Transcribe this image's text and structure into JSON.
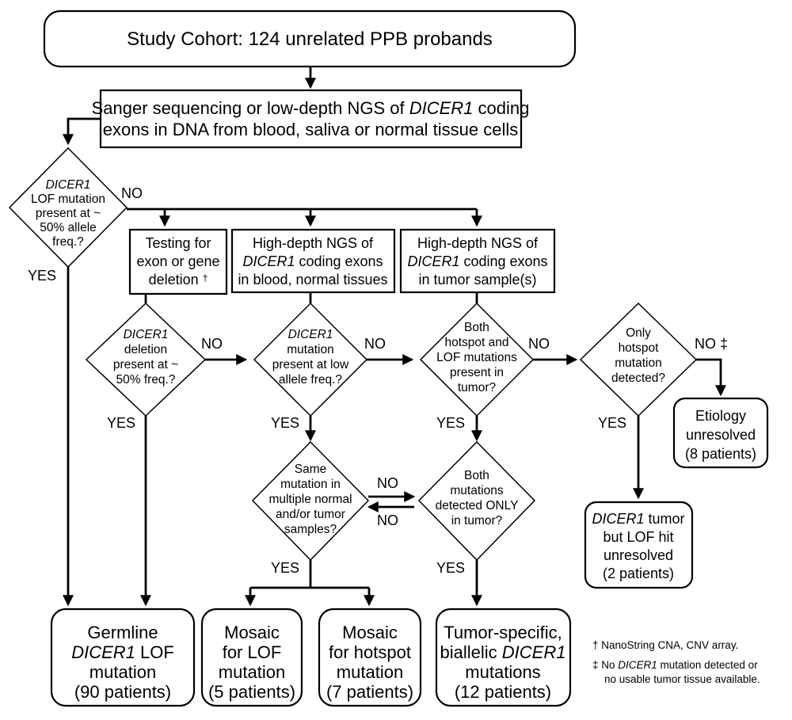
{
  "cohort": {
    "text": "Study Cohort: 124 unrelated PPB probands"
  },
  "screen": {
    "line1_pre": "Sanger sequencing or low-depth NGS of ",
    "gene": "DICER1",
    "line1_post": " coding",
    "line2": "exons in DNA from blood, saliva or normal tissue cells"
  },
  "decision_lof": {
    "line1": "DICER1",
    "line2": "LOF mutation",
    "line3": "present at ~",
    "line4": "50% allele",
    "line5": "freq.?"
  },
  "box_deletion": {
    "line1": "Testing for",
    "line2": "exon or gene",
    "line3_text": "deletion",
    "line3_mark": "†"
  },
  "box_blood": {
    "line1": "High-depth NGS of",
    "line2_gene": "DICER1",
    "line2_post": " coding exons",
    "line3": "in blood, normal tissues"
  },
  "box_tumor": {
    "line1": "High-depth NGS of",
    "line2_gene": "DICER1",
    "line2_post": " coding exons",
    "line3": "in tumor sample(s)"
  },
  "decision_deletion": {
    "line1": "DICER1",
    "line2": "deletion",
    "line3": "present at ~",
    "line4": "50% freq.?"
  },
  "decision_low_freq": {
    "line1": "DICER1",
    "line2": "mutation",
    "line3": "present at low",
    "line4": "allele freq.?"
  },
  "decision_both_present": {
    "line1": "Both",
    "line2": "hotspot and",
    "line3": "LOF mutations",
    "line4": "present in",
    "line5": "tumor?"
  },
  "decision_hotspot_only": {
    "line1": "Only",
    "line2": "hotspot",
    "line3": "mutation",
    "line4": "detected?"
  },
  "decision_same": {
    "line1": "Same",
    "line2": "mutation in",
    "line3": "multiple normal",
    "line4": "and/or tumor",
    "line5": "samples?"
  },
  "decision_tumor_only": {
    "line1": "Both",
    "line2": "mutations",
    "line3": "detected ONLY",
    "line4": "in tumor?"
  },
  "labels": {
    "yes": "YES",
    "no": "NO",
    "no_dagger": "NO ‡"
  },
  "outcome_etiology": {
    "line1": "Etiology",
    "line2": "unresolved",
    "line3": "(8 patients)"
  },
  "outcome_lof_unresolved": {
    "line1_gene": "DICER1",
    "line1_post": " tumor",
    "line2": "but LOF hit",
    "line3": "unresolved",
    "line4": "(2 patients)"
  },
  "outcome_germline": {
    "line1": "Germline",
    "line2_gene": "DICER1",
    "line2_post": " LOF",
    "line3": "mutation",
    "line4": "(90 patients)"
  },
  "outcome_mosaic_lof": {
    "line1": "Mosaic",
    "line2": "for LOF",
    "line3": "mutation",
    "line4": "(5 patients)"
  },
  "outcome_mosaic_hotspot": {
    "line1": "Mosaic",
    "line2": "for hotspot",
    "line3": "mutation",
    "line4": "(7 patients)"
  },
  "outcome_tumor_specific": {
    "line1": "Tumor-specific,",
    "line2_pre": "biallelic ",
    "line2_gene": "DICER1",
    "line3": "mutations",
    "line4": "(12 patients)"
  },
  "footnotes": {
    "dagger": "† NanoString CNA, CNV array.",
    "ddagger_pre": "‡ No ",
    "ddagger_gene": "DICER1",
    "ddagger_post": " mutation detected or",
    "ddagger_line2": "no usable tumor tissue available."
  }
}
